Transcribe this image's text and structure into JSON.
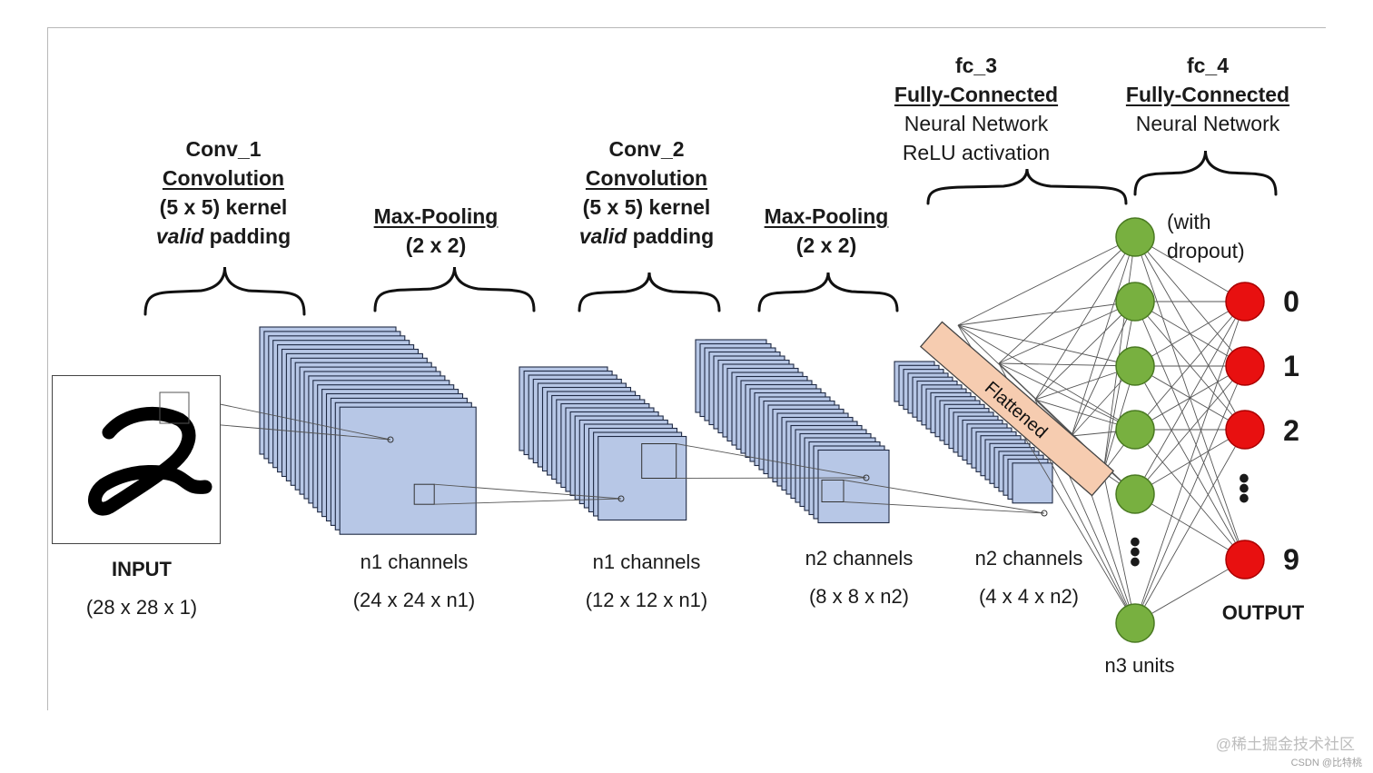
{
  "input": {
    "label": "INPUT",
    "dims": "(28 x 28 x 1)"
  },
  "conv1": {
    "name": "Conv_1",
    "type": "Convolution",
    "kernel": "(5 x 5) kernel",
    "padding_word": "valid",
    "padding_rest": " padding"
  },
  "pool1": {
    "type": "Max-Pooling",
    "size": "(2 x 2)"
  },
  "conv2": {
    "name": "Conv_2",
    "type": "Convolution",
    "kernel": "(5 x 5) kernel",
    "padding_word": "valid",
    "padding_rest": " padding"
  },
  "pool2": {
    "type": "Max-Pooling",
    "size": "(2 x 2)"
  },
  "fc3": {
    "name": "fc_3",
    "type": "Fully-Connected",
    "desc1": "Neural Network",
    "desc2": "ReLU activation"
  },
  "fc4": {
    "name": "fc_4",
    "type": "Fully-Connected",
    "desc1": "Neural Network",
    "dropout1": "(with",
    "dropout2": "dropout)"
  },
  "maps": [
    {
      "channels": "n1 channels",
      "dims": "(24 x 24 x n1)"
    },
    {
      "channels": "n1 channels",
      "dims": "(12 x 12 x n1)"
    },
    {
      "channels": "n2 channels",
      "dims": "(8 x 8 x n2)"
    },
    {
      "channels": "n2 channels",
      "dims": "(4 x 4 x n2)"
    }
  ],
  "flattened": "Flattened",
  "hidden": {
    "label": "n3 units"
  },
  "output": {
    "label": "OUTPUT",
    "digits": [
      "0",
      "1",
      "2",
      "9"
    ]
  },
  "colors": {
    "feature_map": "#b7c7e6",
    "map_edge": "#1f2a44",
    "hidden_node": "#78b040",
    "output_node": "#e81010",
    "flatten_bar": "#f6ccb0"
  },
  "watermark": {
    "line1": "@稀土掘金技术社区",
    "line2": "CSDN @比特桃"
  }
}
